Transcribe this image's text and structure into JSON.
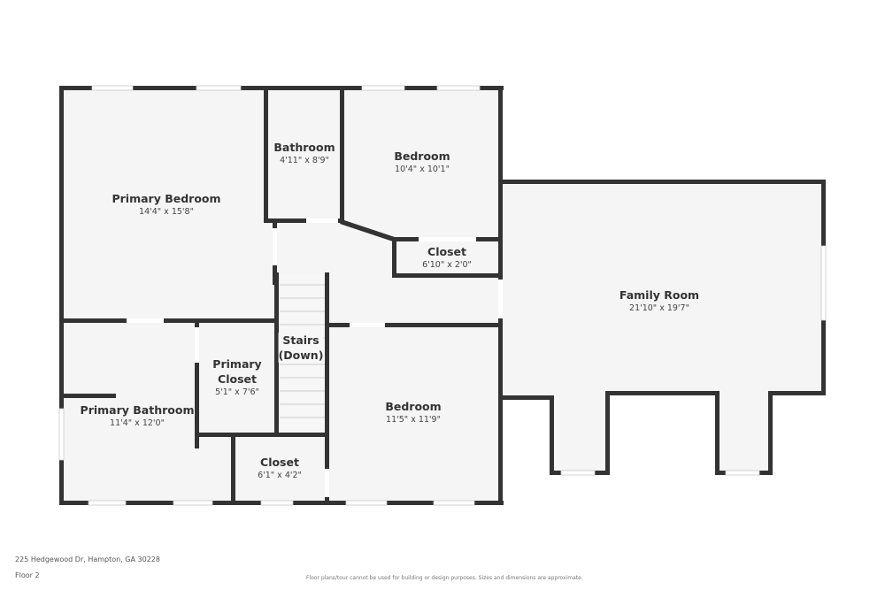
{
  "rooms": {
    "primary_bedroom": {
      "name": "Primary Bedroom",
      "dims": "14'4\" x 15'8\""
    },
    "bathroom": {
      "name": "Bathroom",
      "dims": "4'11\" x 8'9\""
    },
    "bedroom_1": {
      "name": "Bedroom",
      "dims": "10'4\" x 10'1\""
    },
    "closet_1": {
      "name": "Closet",
      "dims": "6'10\" x 2'0\""
    },
    "family_room": {
      "name": "Family Room",
      "dims": "21'10\" x 19'7\""
    },
    "stairs": {
      "name": "Stairs",
      "name2": "(Down)"
    },
    "primary_closet": {
      "name": "Primary",
      "name2": "Closet",
      "dims": "5'1\" x 7'6\""
    },
    "primary_bathroom": {
      "name": "Primary Bathroom",
      "dims": "11'4\" x 12'0\""
    },
    "closet_2": {
      "name": "Closet",
      "dims": "6'1\" x 4'2\""
    },
    "bedroom_2": {
      "name": "Bedroom",
      "dims": "11'5\" x 11'9\""
    }
  },
  "footer": {
    "address": "225 Hedgewood Dr, Hampton, GA 30228",
    "floor": "Floor 2",
    "disclaimer": "Floor plans/tour cannot be used for building or design purposes. Sizes and dimensions are approximate."
  },
  "colors": {
    "wall": "#333333",
    "floor": "#f5f5f5"
  }
}
